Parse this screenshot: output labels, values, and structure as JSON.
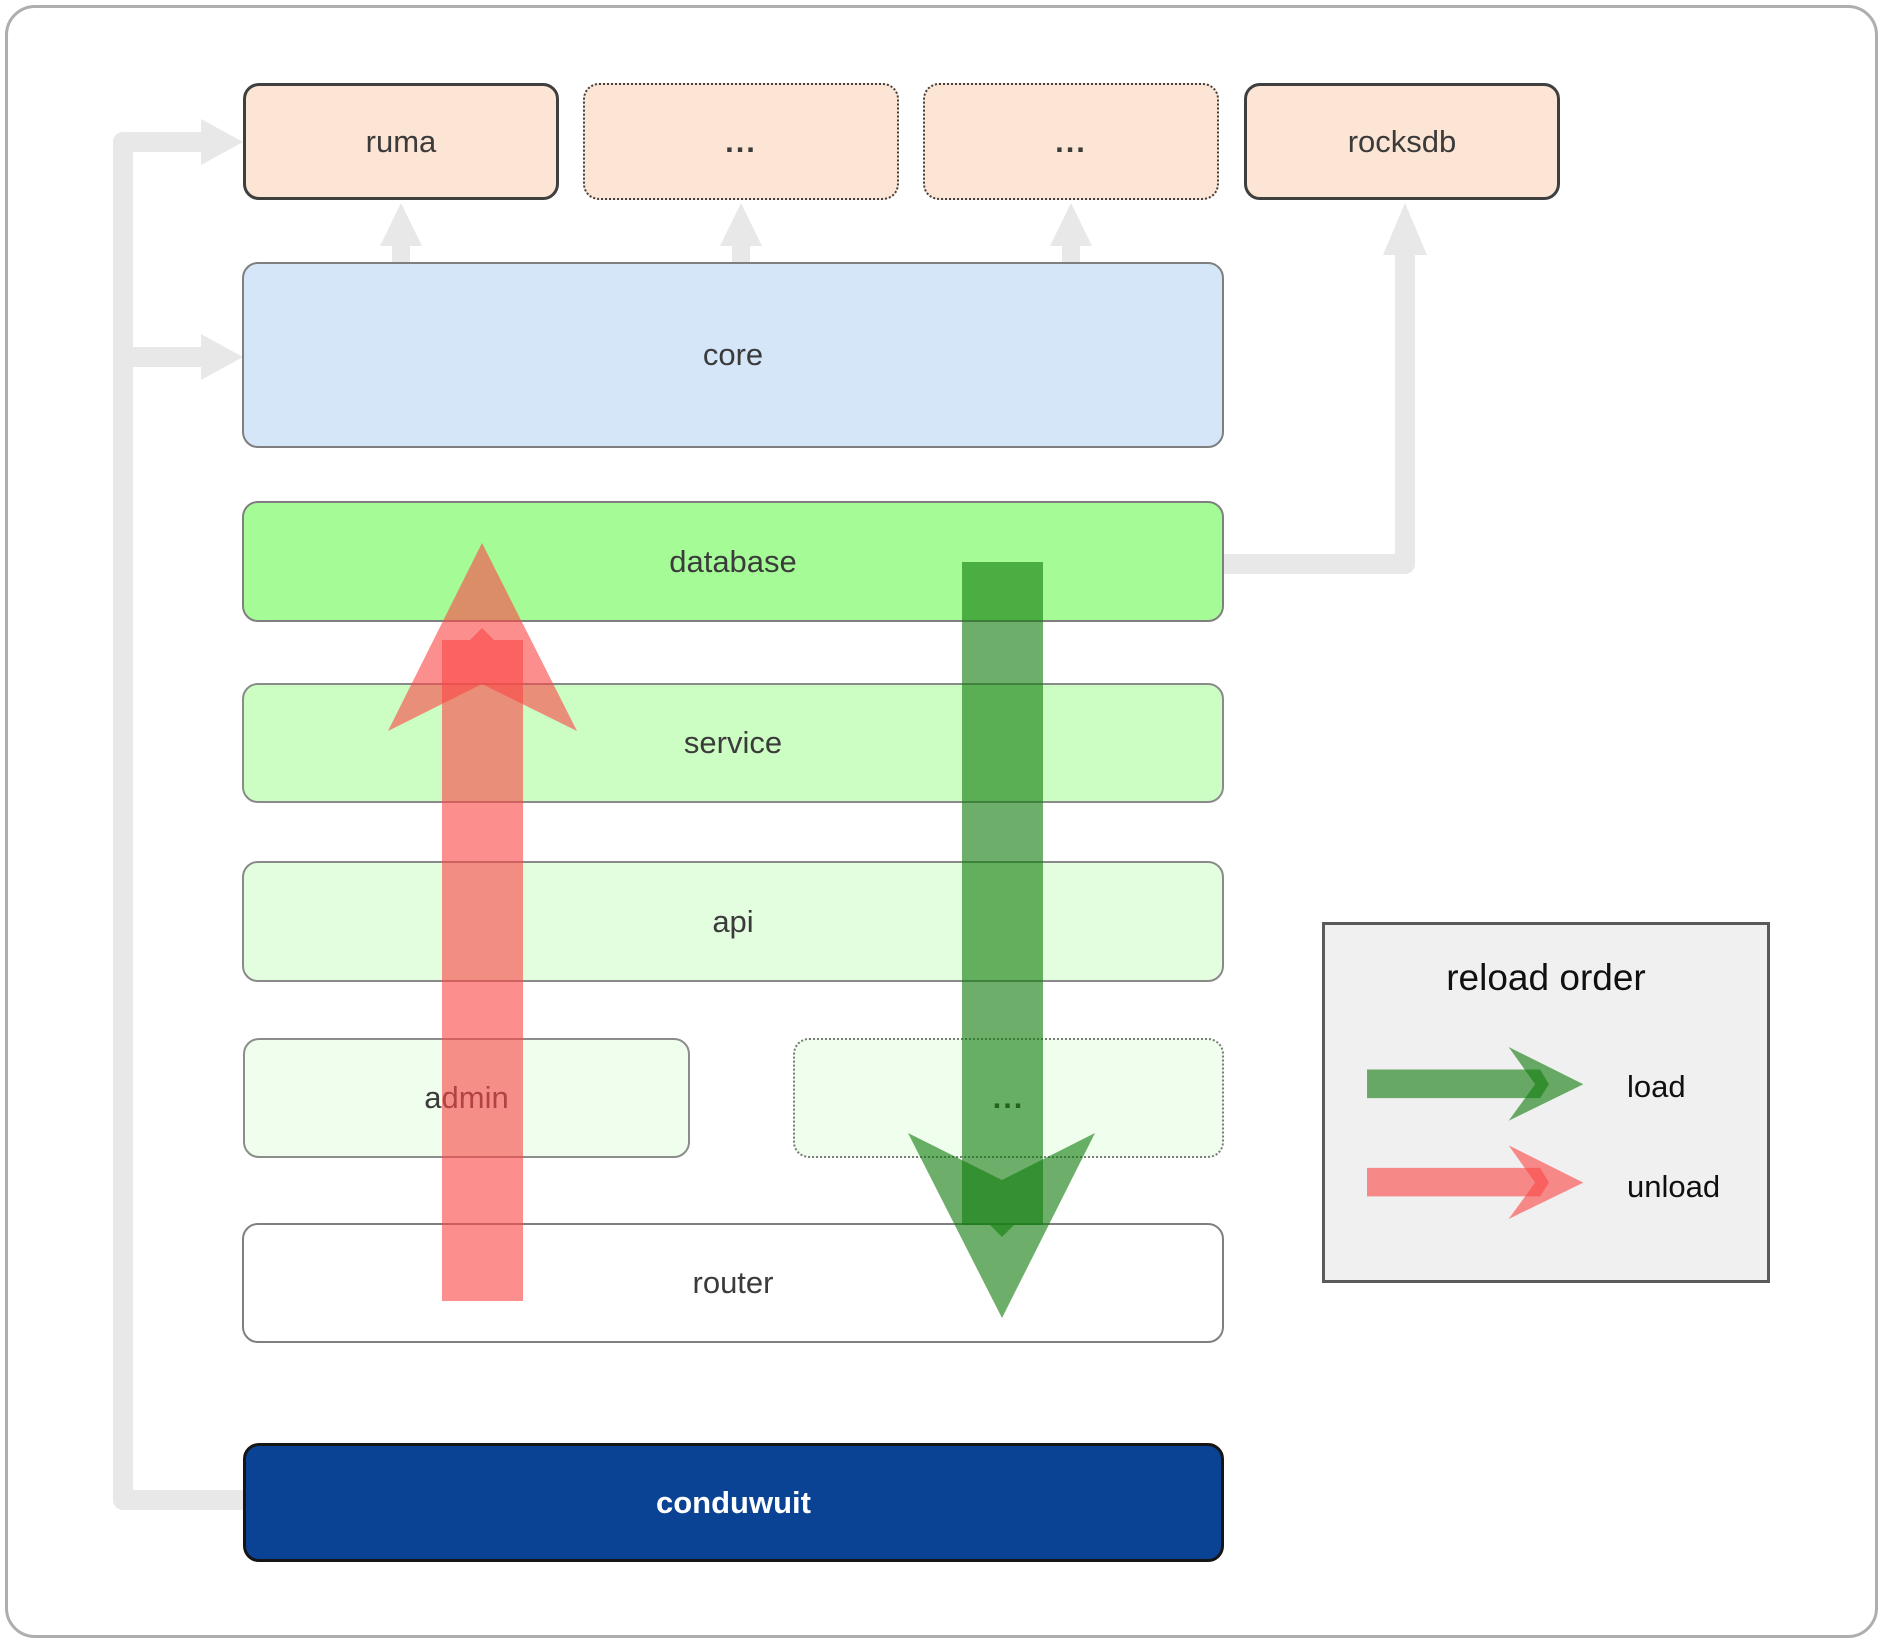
{
  "colors": {
    "peach_fill": "#FCE5D4",
    "blue_fill": "#D5E6F9",
    "db_green": "#A5FC96",
    "service_green": "#CCFEC4",
    "api_green": "#E3FEDE",
    "admin_green": "#F0FEEE",
    "router_fill": "#FFFFFF",
    "conduwuit_blue": "#0B4394",
    "connector_gray": "#E8E8E8",
    "legend_bg": "#F0F0F0",
    "arrow_green": "rgba(20,126,15,0.62)",
    "arrow_red": "rgba(250,73,73,0.62)"
  },
  "top_row": [
    {
      "label": "ruma"
    },
    {
      "label": "..."
    },
    {
      "label": "..."
    },
    {
      "label": "rocksdb"
    }
  ],
  "stack": {
    "core": "core",
    "database": "database",
    "service": "service",
    "api": "api",
    "admin": "admin",
    "ellipsis": "...",
    "router": "router",
    "conduwuit": "conduwuit"
  },
  "legend": {
    "title": "reload order",
    "load_label": "load",
    "unload_label": "unload"
  }
}
